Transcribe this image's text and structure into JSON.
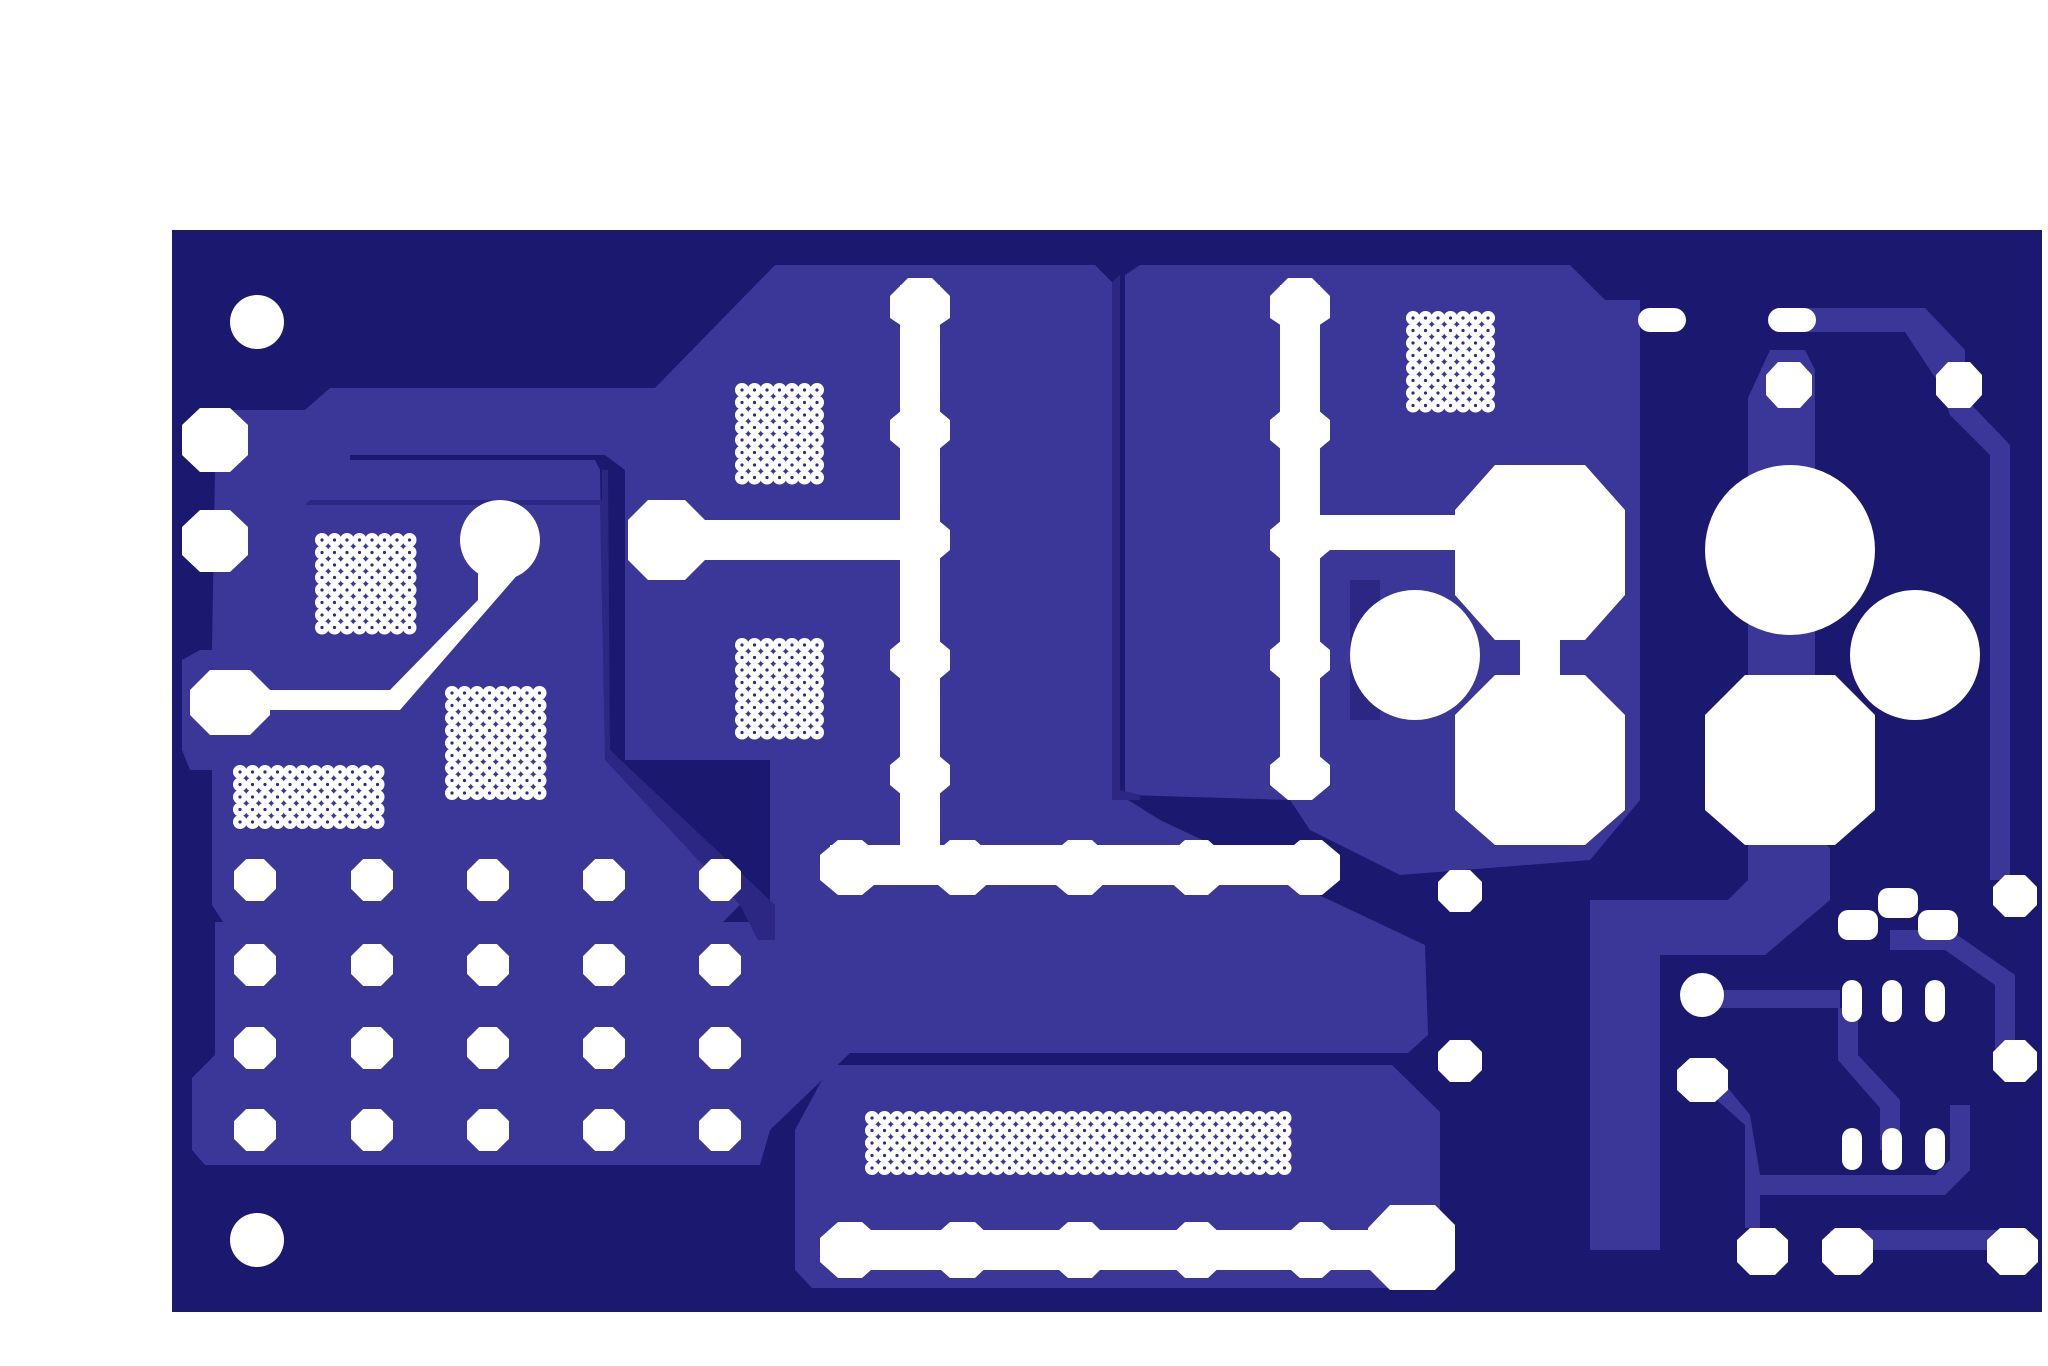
{
  "board": {
    "colors": {
      "background": "#ffffff",
      "substrate": "#1b1870",
      "copper": "#3a3799",
      "copper_shadow": "#2b2783",
      "drill": "#ffffff",
      "via_dot": "#2e2a8a"
    },
    "component_names": {
      "mounting_holes": "mounting-hole",
      "pads": "pad",
      "large_pads": "large-pad",
      "via_arrays": "thermal-via-array",
      "traces": "trace",
      "slots": "slot",
      "smd_pads": "smd-pad"
    }
  }
}
